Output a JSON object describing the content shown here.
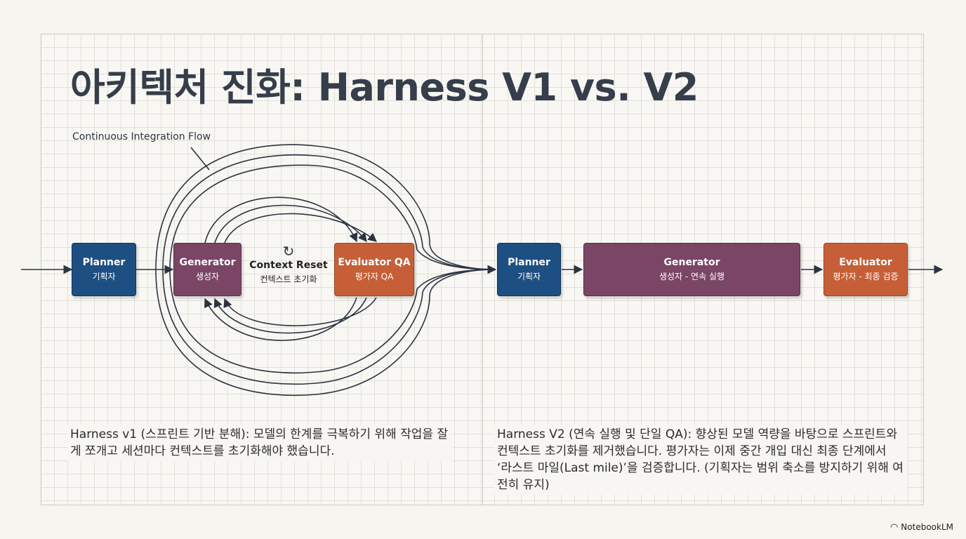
{
  "title": "아키텍처 진화: Harness V1 vs. V2",
  "flow_label": "Continuous Integration Flow",
  "v1": {
    "planner": {
      "title": "Planner",
      "subtitle": "기획자"
    },
    "generator": {
      "title": "Generator",
      "subtitle": "생성자"
    },
    "context_reset": {
      "title": "Context Reset",
      "subtitle": "컨텍스트 초기화",
      "icon": "refresh-icon"
    },
    "evaluator": {
      "title": "Evaluator QA",
      "subtitle": "평가자 QA"
    },
    "caption": "Harness v1 (스프린트 기반 분해): 모델의 한계를 극복하기 위해 작업을 잘게 쪼개고 세션마다 컨텍스트를 초기화해야 했습니다."
  },
  "v2": {
    "planner": {
      "title": "Planner",
      "subtitle": "기획자"
    },
    "generator": {
      "title": "Generator",
      "subtitle": "생성자 - 연속 실행"
    },
    "evaluator": {
      "title": "Evaluator",
      "subtitle": "평가자 - 최종 검증"
    },
    "caption": "Harness V2 (연속 실행 및 단일 QA): 향상된 모델 역량을 바탕으로 스프린트와 컨텍스트 초기화를 제거했습니다. 평가자는 이제 중간 개입 대신 최종 단계에서 ‘라스트 마일(Last mile)’을 검증합니다. (기획자는 범위 축소를 방지하기 위해 여전히 유지)"
  },
  "colors": {
    "planner": "#1e4f82",
    "generator": "#7b4565",
    "evaluator": "#c65f37"
  },
  "branding": "NotebookLM"
}
